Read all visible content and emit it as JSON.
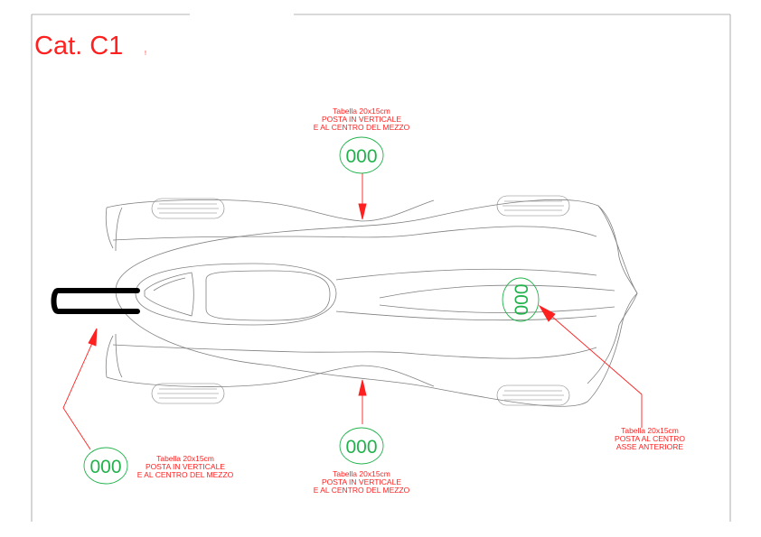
{
  "header": {
    "title": "Cat. C1",
    "title_mark": "!"
  },
  "plate_number": "000",
  "labels": {
    "top": [
      "Tabella 20x15cm",
      "POSTA IN VERTICALE",
      "E AL CENTRO DEL MEZZO"
    ],
    "bottom_center": [
      "Tabella 20x15cm",
      "POSTA IN VERTICALE",
      "E AL CENTRO DEL MEZZO"
    ],
    "bottom_left": [
      "Tabella 20x15cm",
      "POSTA IN VERTICALE",
      "E AL CENTRO DEL MEZZO"
    ],
    "right": [
      "Tabella 20x15cm",
      "POSTA AL CENTRO",
      "ASSE ANTERIORE"
    ]
  },
  "colors": {
    "annotation": "#ff2020",
    "plate": "#22b24c",
    "outline": "#808080",
    "frame": "#9a9a9a"
  }
}
